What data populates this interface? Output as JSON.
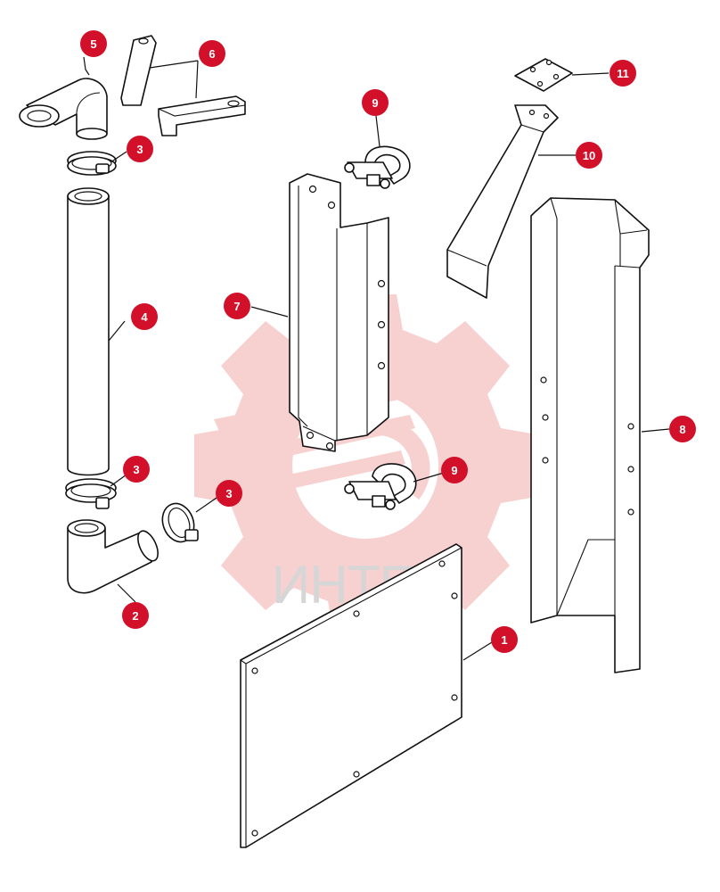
{
  "colors": {
    "callout": "#d2102a",
    "watermark": "#f6c8c8",
    "watermark_text": "#cfcfcf",
    "line": "#111111"
  },
  "watermark": {
    "text": "ИНТЕХ",
    "icon": "gear-logo-icon"
  },
  "callouts": [
    {
      "id": "1",
      "label": "1"
    },
    {
      "id": "2",
      "label": "2"
    },
    {
      "id": "3a",
      "label": "3"
    },
    {
      "id": "3b",
      "label": "3"
    },
    {
      "id": "3c",
      "label": "3"
    },
    {
      "id": "4",
      "label": "4"
    },
    {
      "id": "5",
      "label": "5"
    },
    {
      "id": "6",
      "label": "6"
    },
    {
      "id": "7",
      "label": "7"
    },
    {
      "id": "8",
      "label": "8"
    },
    {
      "id": "9a",
      "label": "9"
    },
    {
      "id": "9b",
      "label": "9"
    },
    {
      "id": "10",
      "label": "10"
    },
    {
      "id": "11",
      "label": "11"
    }
  ]
}
